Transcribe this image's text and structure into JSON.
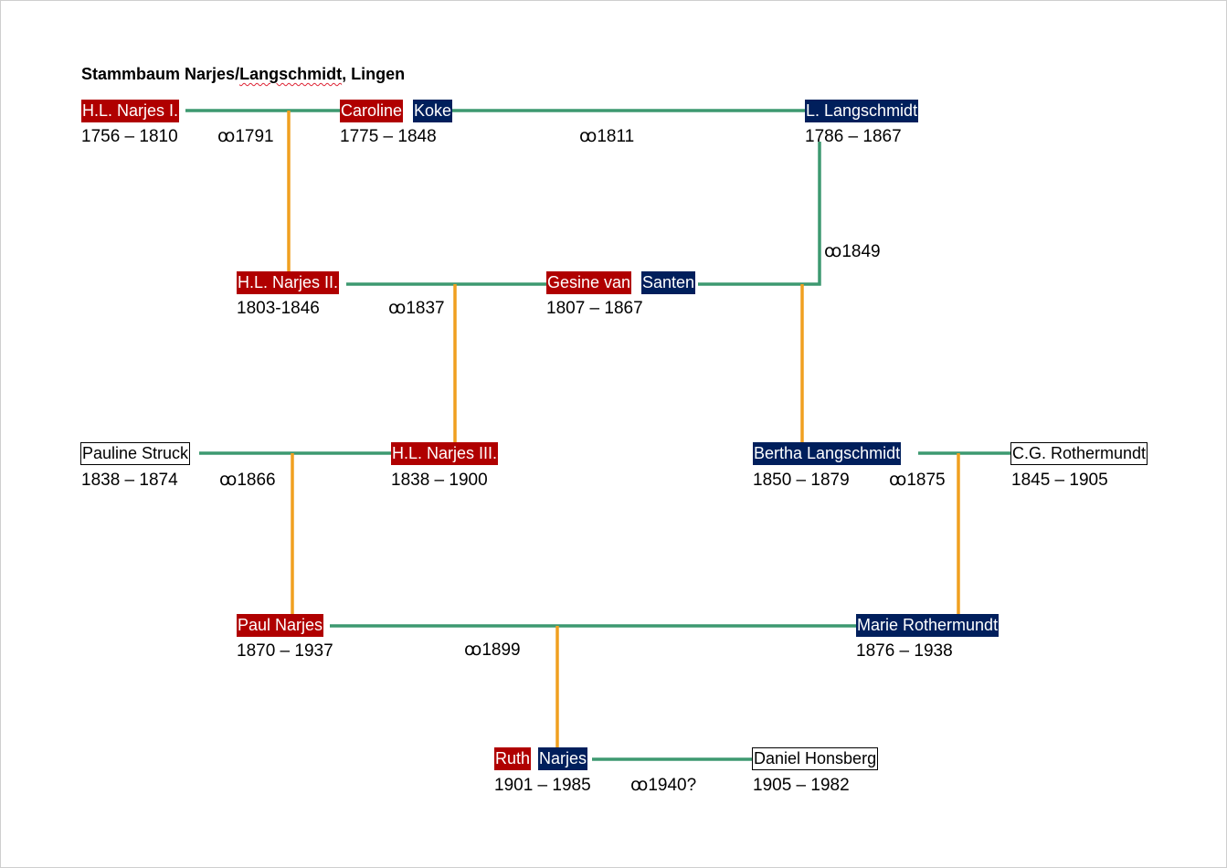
{
  "title": {
    "prefix": "Stammbaum Narjes/",
    "underlined": "Langschmidt",
    "suffix": ", Lingen"
  },
  "colors": {
    "narjes_red": "#b00000",
    "langschmidt_navy": "#001f5c",
    "marriage_line_green": "#3d9970",
    "descent_line_orange": "#f0a020"
  },
  "persons": {
    "hl_narjes_1": {
      "name": "H.L. Narjes I.",
      "dates": "1756 – 1810"
    },
    "caroline_koke": {
      "name_a": "Caroline",
      "name_b": "Koke",
      "dates": "1775 – 1848"
    },
    "l_langschmidt": {
      "name": "L. Langschmidt",
      "dates": "1786 – 1867"
    },
    "hl_narjes_2": {
      "name": "H.L. Narjes II.",
      "dates": "1803-1846"
    },
    "gesine_van_santen": {
      "name_a": "Gesine van",
      "name_b": "Santen",
      "dates": "1807 – 1867"
    },
    "pauline_struck": {
      "name": "Pauline Struck",
      "dates": "1838 – 1874"
    },
    "hl_narjes_3": {
      "name": "H.L. Narjes III.",
      "dates": "1838 – 1900"
    },
    "bertha_langschmidt": {
      "name": "Bertha Langschmidt",
      "dates": "1850 – 1879"
    },
    "cg_rothermundt": {
      "name": "C.G. Rothermundt",
      "dates": "1845 – 1905"
    },
    "paul_narjes": {
      "name": "Paul Narjes",
      "dates": "1870 – 1937"
    },
    "marie_rothermundt": {
      "name": "Marie Rothermundt",
      "dates": "1876 – 1938"
    },
    "ruth_narjes": {
      "name_a": "Ruth",
      "name_b": "Narjes",
      "dates": "1901 – 1985"
    },
    "daniel_honsberg": {
      "name": "Daniel Honsberg",
      "dates": "1905 – 1982"
    }
  },
  "marriages": {
    "m1791": "ꝏ1791",
    "m1811": "ꝏ1811",
    "m1849": "ꝏ1849",
    "m1837": "ꝏ1837",
    "m1866": "ꝏ1866",
    "m1875": "ꝏ1875",
    "m1899": "ꝏ1899",
    "m1940": "ꝏ1940?"
  }
}
